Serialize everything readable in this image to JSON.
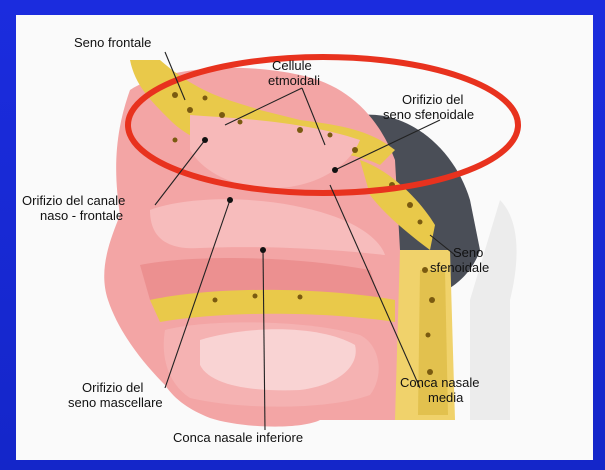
{
  "labels": {
    "seno_frontale": "Seno frontale",
    "cellule_line1": "Cellule",
    "cellule_line2": "etmoidali",
    "orifizio_sfen_line1": "Orifizio del",
    "orifizio_sfen_line2": "seno sfenoidale",
    "orifizio_canale_line1": "Orifizio del canale",
    "orifizio_canale_line2": "naso - frontale",
    "seno_sfen_line1": "Seno",
    "seno_sfen_line2": "sfenoidale",
    "orifizio_masc_line1": "Orifizio del",
    "orifizio_masc_line2": "seno mascellare",
    "conca_media_line1": "Conca nasale",
    "conca_media_line2": "media",
    "conca_inferiore": "Conca nasale inferiore"
  },
  "colors": {
    "background": "#1a2bd6",
    "highlight_ellipse": "#e8321e",
    "mucosa": "#f3a5a5",
    "bone": "#e9c94a"
  }
}
